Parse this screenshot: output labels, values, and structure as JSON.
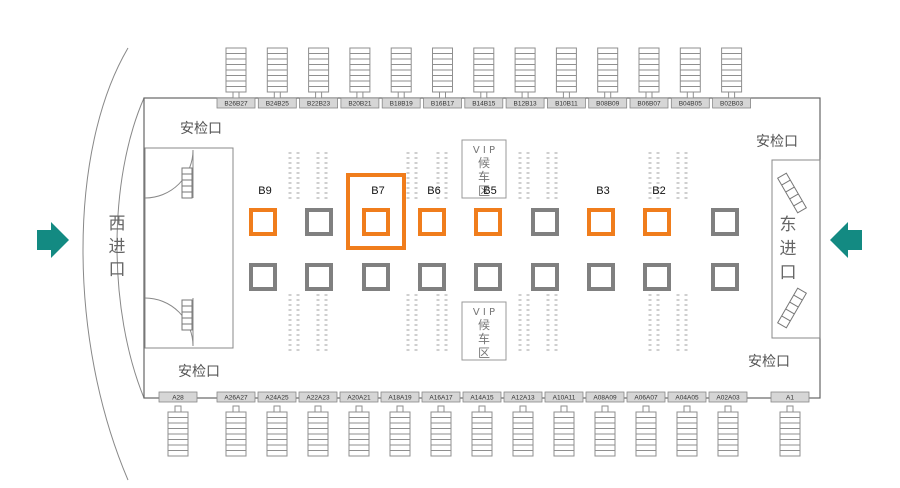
{
  "colors": {
    "highlight": "#f07d1c",
    "gate_square": "#808080",
    "arrow": "#138a82",
    "outline": "#666666",
    "seat": "#cfcfcf",
    "boarding_bridge": "#8f8f8f"
  },
  "entrances": {
    "west": [
      "西",
      "进",
      "口"
    ],
    "east": [
      "东",
      "进",
      "口"
    ],
    "west_arrow_icon": "teal-arrow-right-icon",
    "east_arrow_icon": "teal-arrow-left-icon"
  },
  "security": {
    "top_left": "安检口",
    "top_right": "安检口",
    "bottom_left": "安检口",
    "bottom_right": "安检口"
  },
  "vip": {
    "top": [
      "V I P",
      "候",
      "车",
      "区"
    ],
    "bottom": [
      "V I P",
      "候",
      "车",
      "区"
    ]
  },
  "top_gates": [
    "B26B27",
    "B24B25",
    "B22B23",
    "B20B21",
    "B18B19",
    "B16B17",
    "B14B15",
    "B12B13",
    "B10B11",
    "B08B09",
    "B06B07",
    "B04B05",
    "B02B03"
  ],
  "bottom_gates": [
    "A28",
    "A26A27",
    "A24A25",
    "A22A23",
    "A20A21",
    "A18A19",
    "A16A17",
    "A14A15",
    "A12A13",
    "A10A11",
    "A08A09",
    "A06A07",
    "A04A05",
    "A02A03",
    "A1"
  ],
  "row_b_squares": [
    {
      "label": "B9",
      "highlighted": true
    },
    {
      "label": "",
      "highlighted": false
    },
    {
      "label": "B7",
      "highlighted": true,
      "selected": true
    },
    {
      "label": "B6",
      "highlighted": true
    },
    {
      "label": "B5",
      "highlighted": true
    },
    {
      "label": "",
      "highlighted": false
    },
    {
      "label": "B3",
      "highlighted": true
    },
    {
      "label": "B2",
      "highlighted": true
    },
    {
      "label": "",
      "highlighted": false
    }
  ],
  "row_a_squares": [
    {
      "highlighted": false
    },
    {
      "highlighted": false
    },
    {
      "highlighted": false
    },
    {
      "highlighted": false
    },
    {
      "highlighted": false
    },
    {
      "highlighted": false
    },
    {
      "highlighted": false
    },
    {
      "highlighted": false
    },
    {
      "highlighted": false
    }
  ]
}
